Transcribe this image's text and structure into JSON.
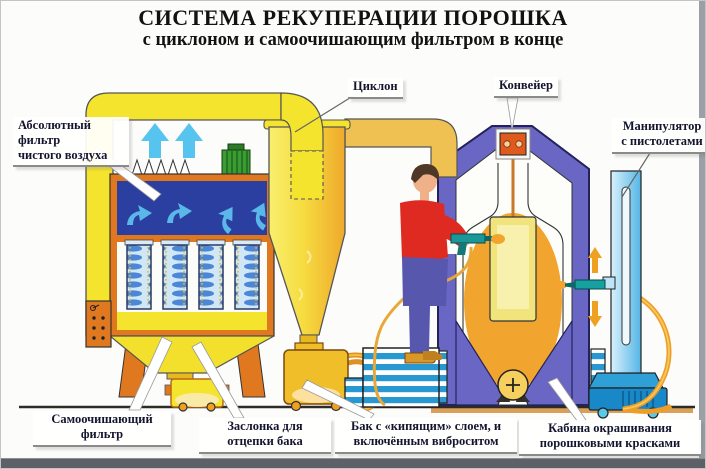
{
  "title": {
    "line1": "СИСТЕМА РЕКУПЕРАЦИИ ПОРОШКА",
    "line2": "с циклоном и самоочишающим фильтром в конце"
  },
  "labels": {
    "absolute_filter": "Абсолютный фильтр\nчистого воздуха",
    "cyclone": "Циклон",
    "conveyor": "Конвейер",
    "manipulator": "Манипулятор\nс пистолетами",
    "self_cleaning_filter": "Самоочишающий\nфильтр",
    "damper": "Заслонка  для\nотцепки бака",
    "fluidized_tank": "Бак с «кипящим» слоем, и\nвключённым виброситом",
    "paint_booth": "Кабина окрашивания\nпорошковыми красками"
  },
  "colors": {
    "duct_yellow": "#f5e42e",
    "frame_orange": "#e07820",
    "plenum_blue": "#2b3fa0",
    "cartridge_blue": "#4e86d6",
    "booth_purple": "#6a66c4",
    "powder_orange": "#f1a42e",
    "machine_blue": "#1888c8",
    "column_blue": "#8ed4f2",
    "gun_teal": "#16a0a0",
    "hose_orange": "#ee9e28",
    "shirt_red": "#df2a22",
    "pants_blue": "#5757ae",
    "motor_green": "#3c9c34",
    "clean_air_arrow_blue": "#56c4ee"
  }
}
